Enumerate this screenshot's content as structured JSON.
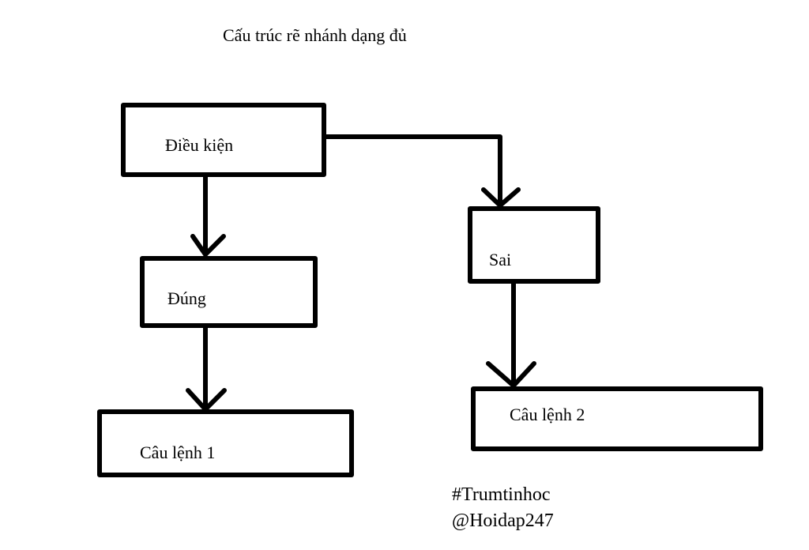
{
  "title": "Cấu trúc rẽ nhánh dạng đủ",
  "nodes": {
    "condition": "Điều kiện",
    "true_branch": "Đúng",
    "false_branch": "Sai",
    "statement1": "Câu lệnh 1",
    "statement2": "Câu lệnh 2"
  },
  "credits": {
    "tag": "#Trumtinhoc",
    "handle": "@Hoidap247"
  },
  "colors": {
    "stroke": "#000000",
    "background": "#ffffff"
  }
}
